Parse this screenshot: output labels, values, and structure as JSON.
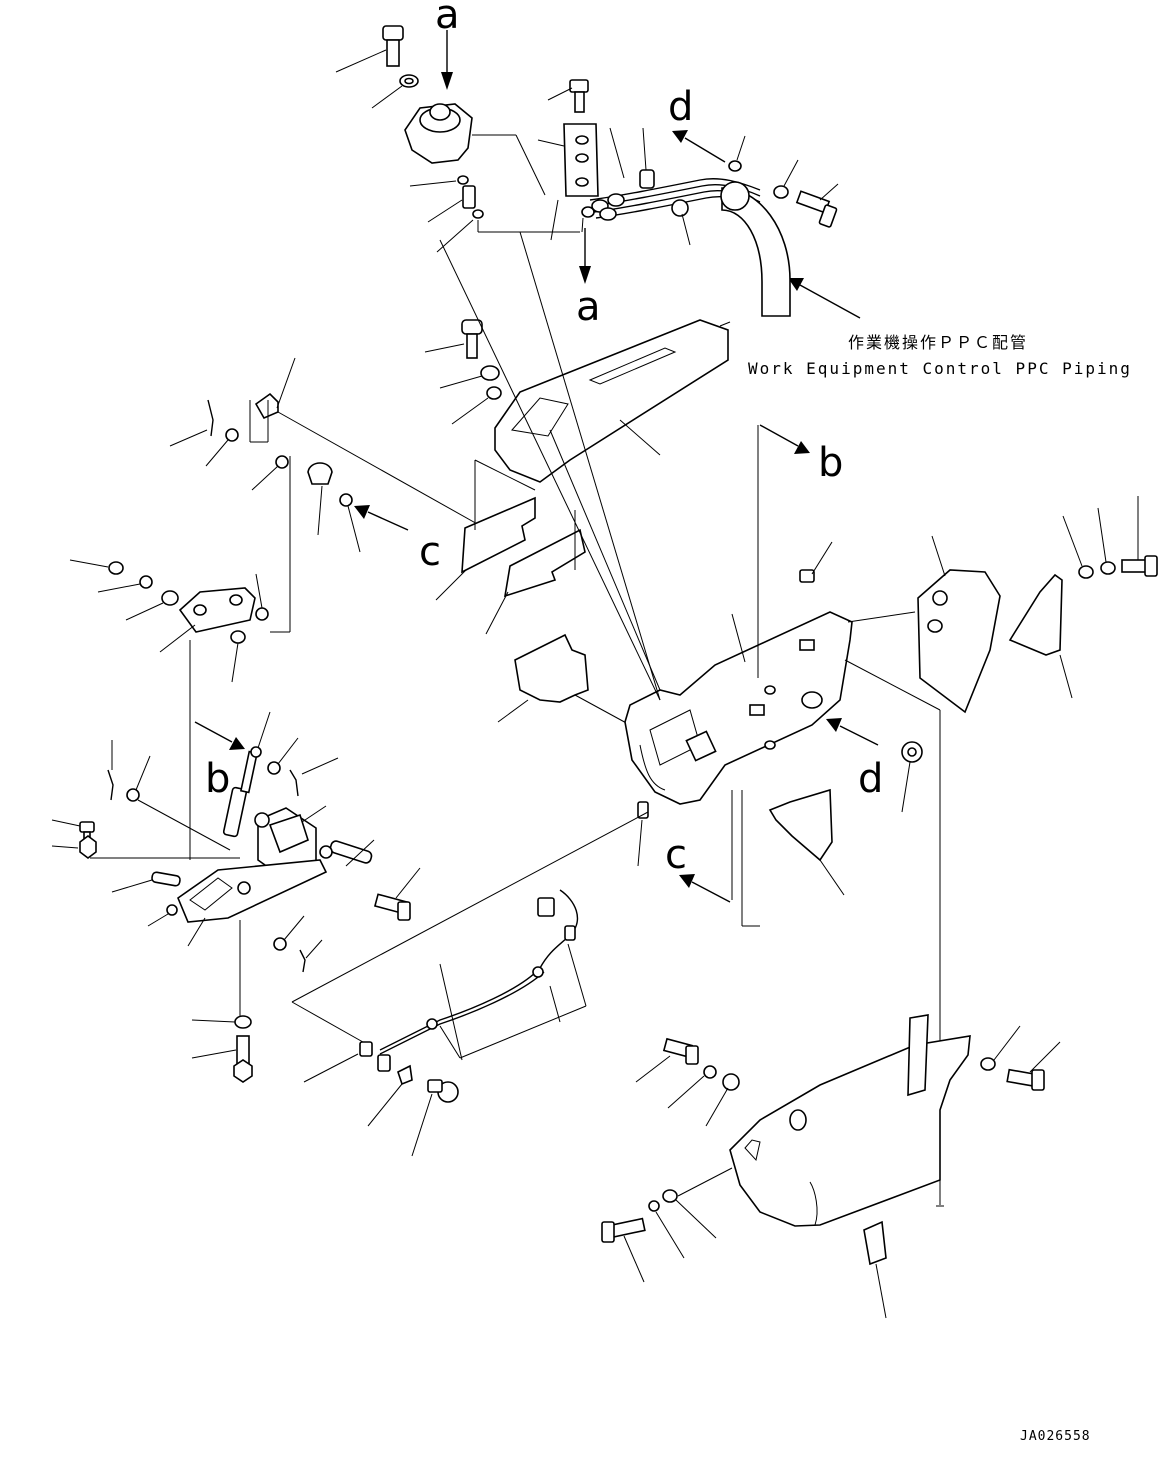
{
  "refs": {
    "a_top": "a",
    "a_mid": "a",
    "b_top": "b",
    "b_left": "b",
    "c_left": "c",
    "c_mid": "c",
    "d_top": "d",
    "d_right": "d"
  },
  "callout": {
    "japanese": "作業機操作ＰＰＣ配管",
    "english": "Work Equipment Control PPC Piping"
  },
  "drawing_id": "JA026558"
}
